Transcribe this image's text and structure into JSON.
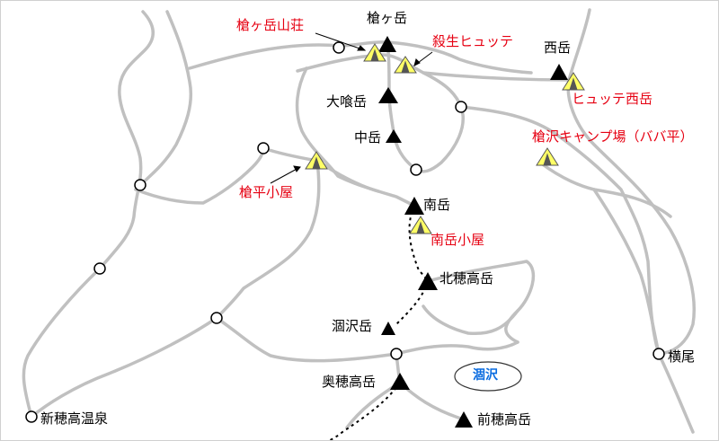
{
  "colors": {
    "road": "#c0c0c0",
    "peak": "#000000",
    "hut_fill": "#ffff66",
    "hut_label": "#e60012",
    "region_label": "#0a6ce0",
    "trail": "#000000"
  },
  "peaks": {
    "yarigatake": "槍ヶ岳",
    "nishidake": "西岳",
    "ohbamidake": "大喰岳",
    "nakadake": "中岳",
    "minamidake": "南岳",
    "kitahotakadake": "北穂高岳",
    "karasawadake": "涸沢岳",
    "okuhotakadake": "奥穂高岳",
    "maehotakadake": "前穂高岳"
  },
  "huts": {
    "yarigatake_sanso": "槍ヶ岳山荘",
    "sessho_hutte": "殺生ヒュッテ",
    "hutte_nishidake": "ヒュッテ西岳",
    "yarisawa_camp": "槍沢キャンプ場（ババ平）",
    "yaridaira_goya": "槍平小屋",
    "minamidake_goya": "南岳小屋"
  },
  "places": {
    "yokoo": "横尾",
    "shinhotaka_onsen": "新穂高温泉"
  },
  "regions": {
    "karasawa": "涸沢"
  }
}
